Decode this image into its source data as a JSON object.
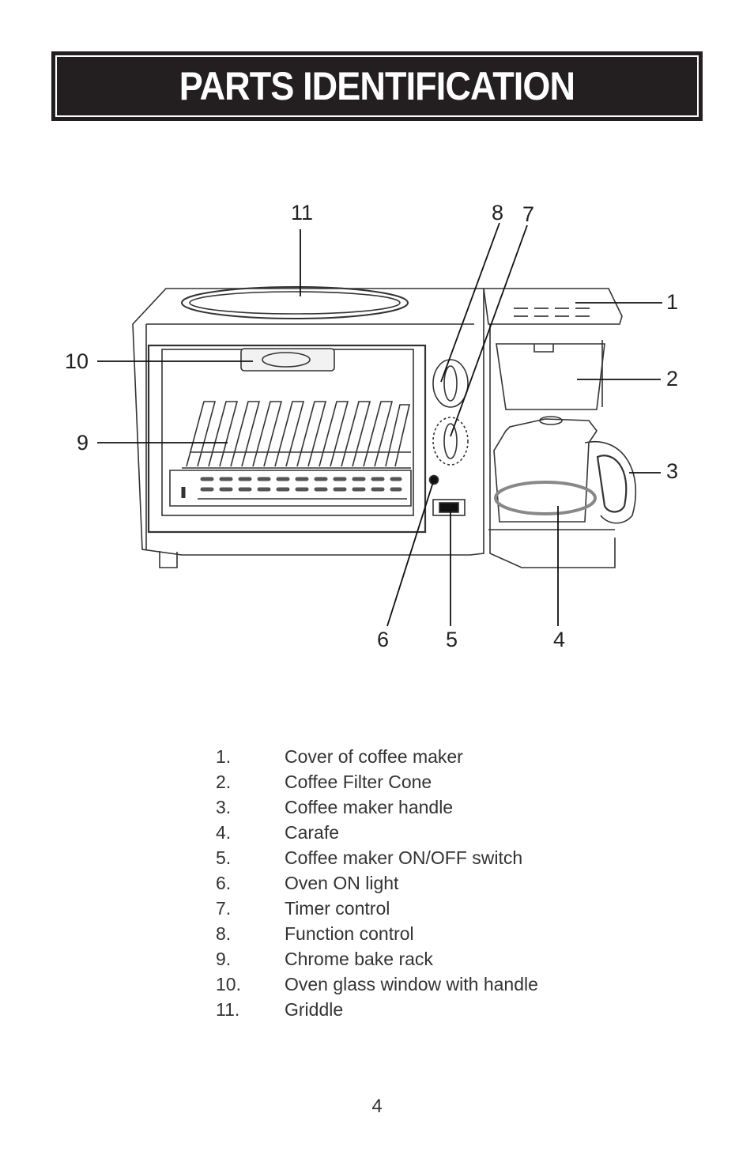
{
  "header": {
    "title": "PARTS IDENTIFICATION"
  },
  "diagram": {
    "callouts": {
      "c1": "1",
      "c2": "2",
      "c3": "3",
      "c4": "4",
      "c5": "5",
      "c6": "6",
      "c7": "7",
      "c8": "8",
      "c9": "9",
      "c10": "10",
      "c11": "11"
    }
  },
  "parts": [
    {
      "num": "1.",
      "label": "Cover of coffee maker"
    },
    {
      "num": "2.",
      "label": "Coffee Filter Cone"
    },
    {
      "num": "3.",
      "label": "Coffee maker handle"
    },
    {
      "num": "4.",
      "label": "Carafe"
    },
    {
      "num": "5.",
      "label": "Coffee maker ON/OFF switch"
    },
    {
      "num": "6.",
      "label": "Oven ON light"
    },
    {
      "num": "7.",
      "label": "Timer control"
    },
    {
      "num": "8.",
      "label": "Function control"
    },
    {
      "num": "9.",
      "label": "Chrome bake rack"
    },
    {
      "num": "10.",
      "label": "Oven glass window with handle"
    },
    {
      "num": "11.",
      "label": "Griddle"
    }
  ],
  "footer": {
    "page_number": "4"
  }
}
